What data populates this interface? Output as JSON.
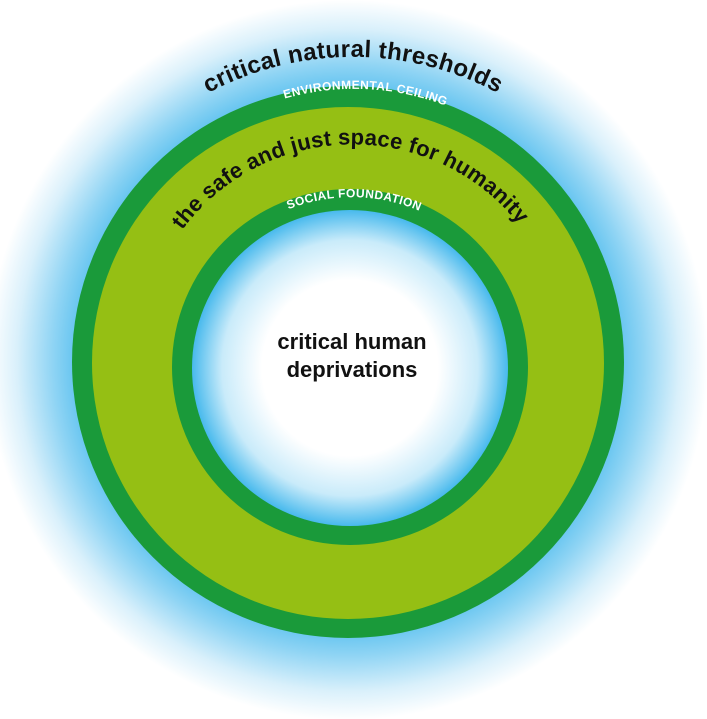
{
  "diagram": {
    "labels": {
      "outer": "critical natural thresholds",
      "ceiling": "ENVIRONMENTAL CEILING",
      "space": "the safe and just space for humanity",
      "foundation": "SOCIAL FOUNDATION",
      "center_line1": "critical human",
      "center_line2": "deprivations"
    },
    "colors": {
      "halo_blue": "#3fb6ec",
      "dark_green": "#1a9a3a",
      "lime_green": "#95bf14",
      "white": "#ffffff",
      "text_dark": "#111111"
    }
  }
}
